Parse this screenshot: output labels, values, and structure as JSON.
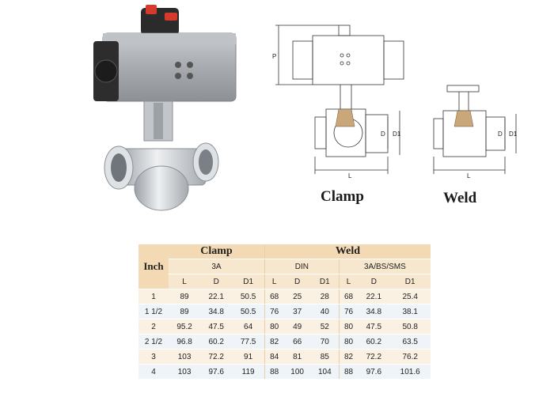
{
  "drawing_labels": {
    "p": "P",
    "d": "D",
    "d1": "D1",
    "l": "L"
  },
  "captions": {
    "clamp": "Clamp",
    "weld": "Weld"
  },
  "table": {
    "inch_header": "Inch",
    "group_headers": {
      "clamp": "Clamp",
      "weld": "Weld"
    },
    "standards": {
      "clamp_3a": "3A",
      "weld_din": "DIN",
      "weld_3a_bs_sms": "3A/BS/SMS"
    },
    "columns": [
      "L",
      "D",
      "D1",
      "L",
      "D",
      "D1",
      "L",
      "D",
      "D1"
    ],
    "rows": [
      {
        "inch": "1",
        "values": [
          "89",
          "22.1",
          "50.5",
          "68",
          "25",
          "28",
          "68",
          "22.1",
          "25.4"
        ]
      },
      {
        "inch": "1 1/2",
        "values": [
          "89",
          "34.8",
          "50.5",
          "76",
          "37",
          "40",
          "76",
          "34.8",
          "38.1"
        ]
      },
      {
        "inch": "2",
        "values": [
          "95.2",
          "47.5",
          "64",
          "80",
          "49",
          "52",
          "80",
          "47.5",
          "50.8"
        ]
      },
      {
        "inch": "2 1/2",
        "values": [
          "96.8",
          "60.2",
          "77.5",
          "82",
          "66",
          "70",
          "80",
          "60.2",
          "63.5"
        ]
      },
      {
        "inch": "3",
        "values": [
          "103",
          "72.2",
          "91",
          "84",
          "81",
          "85",
          "82",
          "72.2",
          "76.2"
        ]
      },
      {
        "inch": "4",
        "values": [
          "103",
          "97.6",
          "119",
          "88",
          "100",
          "104",
          "88",
          "97.6",
          "101.6"
        ]
      }
    ]
  }
}
